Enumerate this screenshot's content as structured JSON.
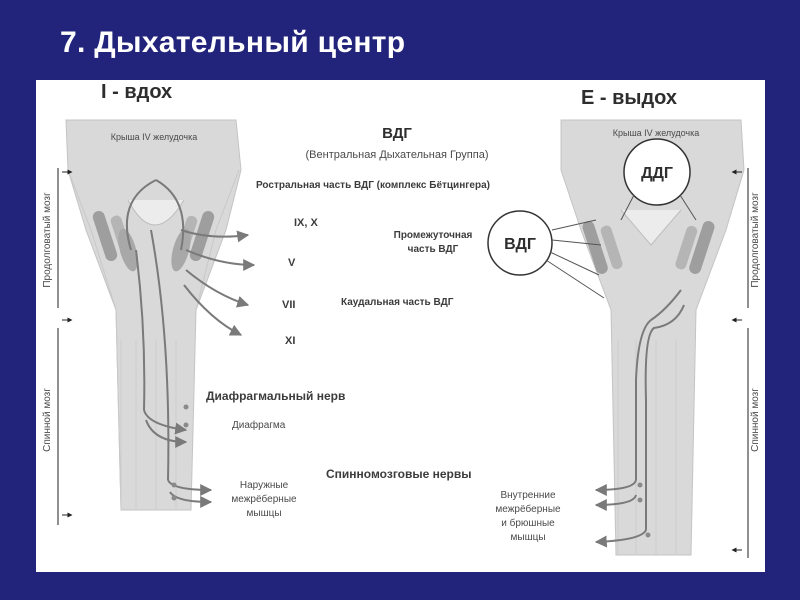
{
  "slide": {
    "title": "7. Дыхательный центр"
  },
  "left": {
    "heading": "I - вдох",
    "roof": "Крыша IV желудочка",
    "side_top": "Продолговатый мозг",
    "side_bottom": "Спинной мозг"
  },
  "right": {
    "heading": "E - выдох",
    "roof": "Крыша IV желудочка",
    "side_top": "Продолговатый мозг",
    "side_bottom": "Спинной мозг",
    "ddg": "ДДГ",
    "vdg": "ВДГ"
  },
  "center": {
    "vdg_title": "ВДГ",
    "vdg_subtitle": "(Вентральная Дыхательная Группа)",
    "rostral": "Ростральная часть ВДГ (комплекс Бётцингера)",
    "intermediate_1": "Промежуточная",
    "intermediate_2": "часть ВДГ",
    "caudal": "Каудальная часть ВДГ",
    "nerves": [
      "IX, X",
      "V",
      "VII",
      "XI"
    ],
    "phrenic": "Диафрагмальный нерв",
    "diaphragm": "Диафрагма",
    "external_1": "Наружные",
    "external_2": "межрёберные",
    "external_3": "мышцы",
    "spinal": "Спинномозговые нервы",
    "internal_1": "Внутренние",
    "internal_2": "межрёберные",
    "internal_3": "и брюшные",
    "internal_4": "мышцы"
  },
  "colors": {
    "background": "#22237a",
    "panel": "#ffffff",
    "tissue": "#d9d9d9",
    "nucleus": "#9e9e9e",
    "pathway": "#7a7a7a"
  }
}
